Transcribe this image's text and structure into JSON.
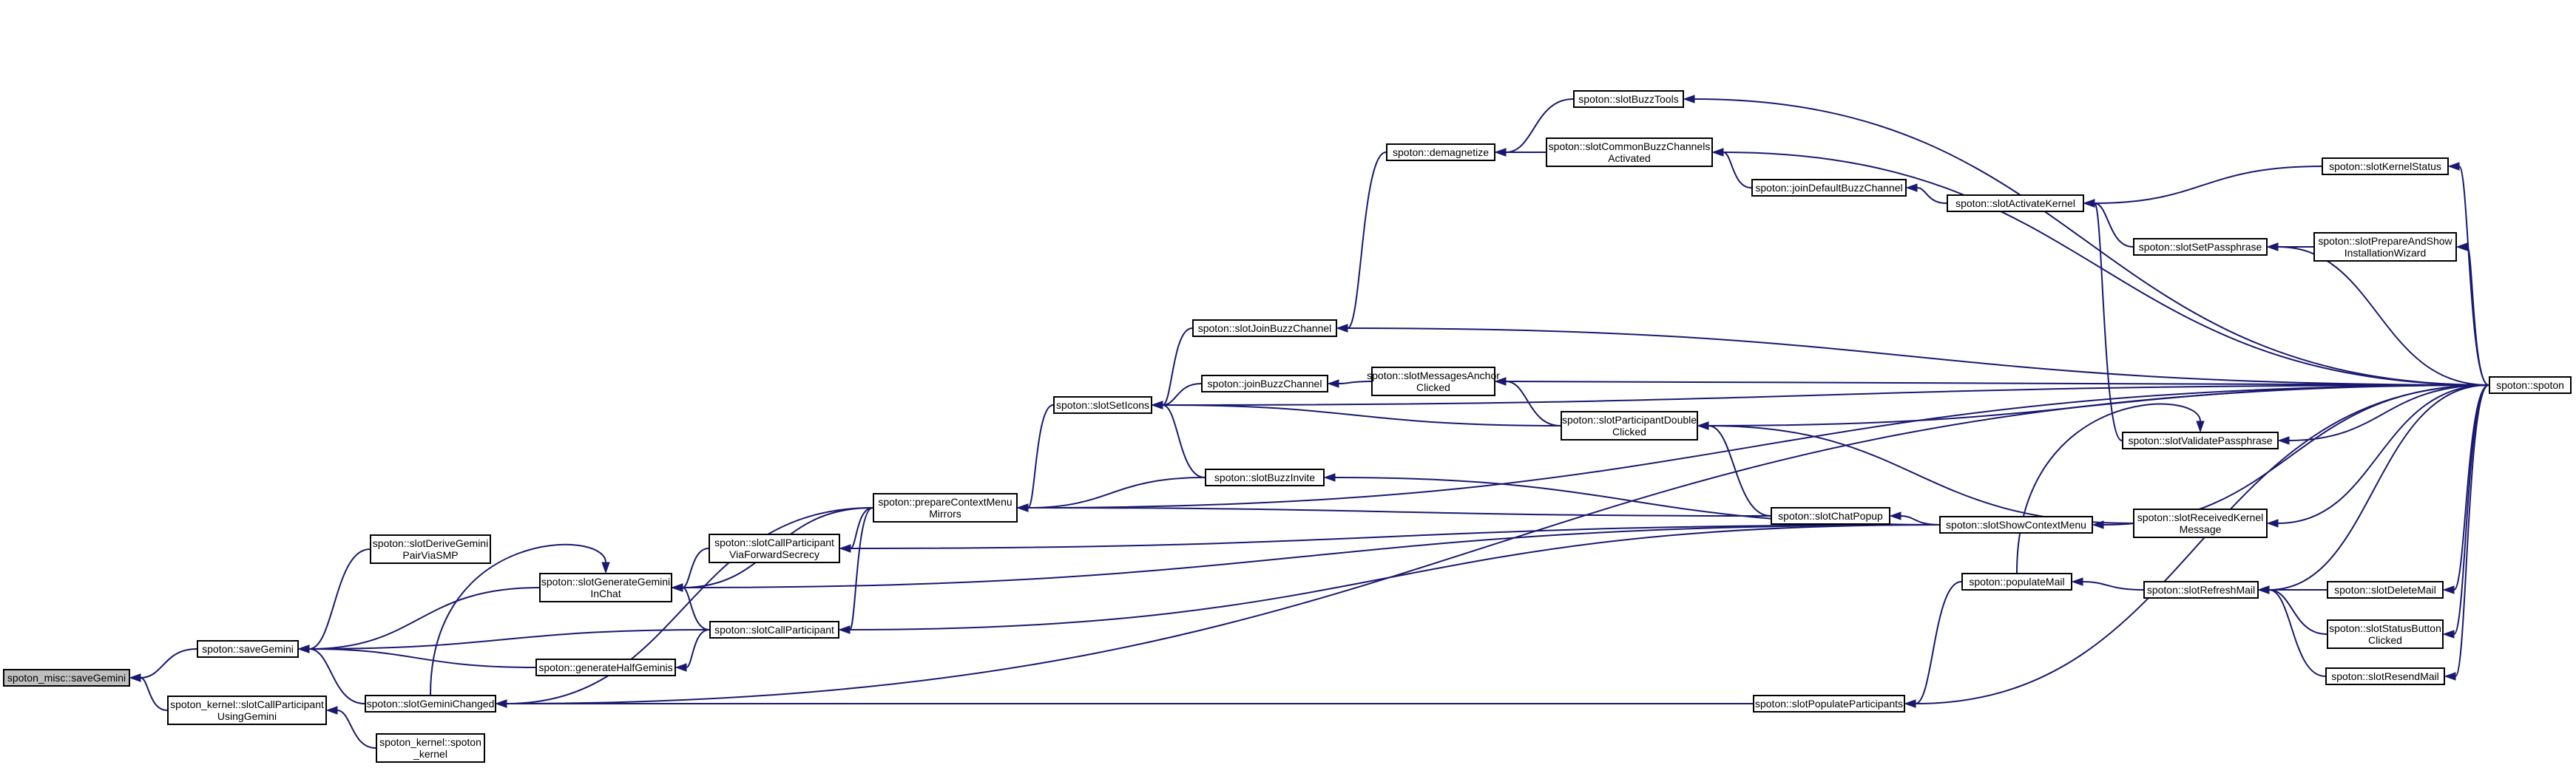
{
  "graph": {
    "edge_color": "#191970",
    "root_fill": "#bfbfbf",
    "nodes": [
      {
        "id": "n_misc_save",
        "label": "spoton_misc::saveGemini"
      },
      {
        "id": "n_save",
        "label": "spoton::saveGemini"
      },
      {
        "id": "n_kernel_callpart",
        "label": "spoton_kernel::slotCallParticipant\nUsingGemini"
      },
      {
        "id": "n_kernel",
        "label": "spoton_kernel::spoton\n_kernel"
      },
      {
        "id": "n_derive",
        "label": "spoton::slotDeriveGemini\nPairViaSMP"
      },
      {
        "id": "n_gen_inchat",
        "label": "spoton::slotGenerateGemini\nInChat"
      },
      {
        "id": "n_gen_half",
        "label": "spoton::generateHalfGeminis"
      },
      {
        "id": "n_gemini_changed",
        "label": "spoton::slotGeminiChanged"
      },
      {
        "id": "n_callpart_fs",
        "label": "spoton::slotCallParticipant\nViaForwardSecrecy"
      },
      {
        "id": "n_callpart",
        "label": "spoton::slotCallParticipant"
      },
      {
        "id": "n_prepare",
        "label": "spoton::prepareContextMenu\nMirrors"
      },
      {
        "id": "n_seticons",
        "label": "spoton::slotSetIcons"
      },
      {
        "id": "n_join_buzz_slot",
        "label": "spoton::slotJoinBuzzChannel"
      },
      {
        "id": "n_join_buzz",
        "label": "spoton::joinBuzzChannel"
      },
      {
        "id": "n_buzz_invite",
        "label": "spoton::slotBuzzInvite"
      },
      {
        "id": "n_demag",
        "label": "spoton::demagnetize"
      },
      {
        "id": "n_buzz_tools",
        "label": "spoton::slotBuzzTools"
      },
      {
        "id": "n_common_buzz",
        "label": "spoton::slotCommonBuzzChannels\nActivated"
      },
      {
        "id": "n_join_default",
        "label": "spoton::joinDefaultBuzzChannel"
      },
      {
        "id": "n_msg_anchor",
        "label": "spoton::slotMessagesAnchor\nClicked"
      },
      {
        "id": "n_part_dbl",
        "label": "spoton::slotParticipantDouble\nClicked"
      },
      {
        "id": "n_chat_popup",
        "label": "spoton::slotChatPopup"
      },
      {
        "id": "n_show_ctx",
        "label": "spoton::slotShowContextMenu"
      },
      {
        "id": "n_pop_mail",
        "label": "spoton::populateMail"
      },
      {
        "id": "n_pop_part",
        "label": "spoton::slotPopulateParticipants"
      },
      {
        "id": "n_activate_kernel",
        "label": "spoton::slotActivateKernel"
      },
      {
        "id": "n_set_pass",
        "label": "spoton::slotSetPassphrase"
      },
      {
        "id": "n_validate_pass",
        "label": "spoton::slotValidatePassphrase"
      },
      {
        "id": "n_recv_kernel",
        "label": "spoton::slotReceivedKernel\nMessage"
      },
      {
        "id": "n_refresh_mail",
        "label": "spoton::slotRefreshMail"
      },
      {
        "id": "n_kernel_status",
        "label": "spoton::slotKernelStatus"
      },
      {
        "id": "n_prepare_wizard",
        "label": "spoton::slotPrepareAndShow\nInstallationWizard"
      },
      {
        "id": "n_delete_mail",
        "label": "spoton::slotDeleteMail"
      },
      {
        "id": "n_status_btn",
        "label": "spoton::slotStatusButton\nClicked"
      },
      {
        "id": "n_resend_mail",
        "label": "spoton::slotResendMail"
      },
      {
        "id": "n_spoton",
        "label": "spoton::spoton"
      }
    ],
    "edges": [
      [
        "n_save",
        "n_misc_save"
      ],
      [
        "n_kernel_callpart",
        "n_misc_save"
      ],
      [
        "n_kernel",
        "n_kernel_callpart"
      ],
      [
        "n_derive",
        "n_save"
      ],
      [
        "n_gen_inchat",
        "n_save"
      ],
      [
        "n_callpart",
        "n_save"
      ],
      [
        "n_gen_half",
        "n_save"
      ],
      [
        "n_gemini_changed",
        "n_save"
      ],
      [
        "n_prepare",
        "n_gen_inchat"
      ],
      [
        "n_callpart_fs",
        "n_gen_inchat"
      ],
      [
        "n_callpart",
        "n_gen_inchat"
      ],
      [
        "n_show_ctx",
        "n_gen_inchat"
      ],
      [
        "n_gemini_changed",
        "n_gen_inchat"
      ],
      [
        "n_callpart",
        "n_gen_half"
      ],
      [
        "n_prepare",
        "n_gemini_changed"
      ],
      [
        "n_pop_part",
        "n_gemini_changed"
      ],
      [
        "n_spoton",
        "n_gemini_changed"
      ],
      [
        "n_prepare",
        "n_callpart_fs"
      ],
      [
        "n_show_ctx",
        "n_callpart_fs"
      ],
      [
        "n_prepare",
        "n_callpart"
      ],
      [
        "n_show_ctx",
        "n_callpart"
      ],
      [
        "n_seticons",
        "n_prepare"
      ],
      [
        "n_buzz_invite",
        "n_prepare"
      ],
      [
        "n_chat_popup",
        "n_prepare"
      ],
      [
        "n_spoton",
        "n_prepare"
      ],
      [
        "n_join_buzz_slot",
        "n_seticons"
      ],
      [
        "n_join_buzz",
        "n_seticons"
      ],
      [
        "n_buzz_invite",
        "n_seticons"
      ],
      [
        "n_part_dbl",
        "n_seticons"
      ],
      [
        "n_spoton",
        "n_seticons"
      ],
      [
        "n_demag",
        "n_join_buzz_slot"
      ],
      [
        "n_spoton",
        "n_join_buzz_slot"
      ],
      [
        "n_msg_anchor",
        "n_join_buzz"
      ],
      [
        "n_show_ctx",
        "n_buzz_invite"
      ],
      [
        "n_buzz_tools",
        "n_demag"
      ],
      [
        "n_common_buzz",
        "n_demag"
      ],
      [
        "n_spoton",
        "n_buzz_tools"
      ],
      [
        "n_join_default",
        "n_common_buzz"
      ],
      [
        "n_spoton",
        "n_common_buzz"
      ],
      [
        "n_activate_kernel",
        "n_join_default"
      ],
      [
        "n_part_dbl",
        "n_msg_anchor"
      ],
      [
        "n_spoton",
        "n_msg_anchor"
      ],
      [
        "n_chat_popup",
        "n_part_dbl"
      ],
      [
        "n_recv_kernel",
        "n_part_dbl"
      ],
      [
        "n_spoton",
        "n_part_dbl"
      ],
      [
        "n_show_ctx",
        "n_chat_popup"
      ],
      [
        "n_spoton",
        "n_show_ctx"
      ],
      [
        "n_pop_mail",
        "n_validate_pass"
      ],
      [
        "n_refresh_mail",
        "n_pop_mail"
      ],
      [
        "n_pop_mail",
        "n_pop_part"
      ],
      [
        "n_spoton",
        "n_pop_part"
      ],
      [
        "n_kernel_status",
        "n_activate_kernel"
      ],
      [
        "n_set_pass",
        "n_activate_kernel"
      ],
      [
        "n_validate_pass",
        "n_activate_kernel"
      ],
      [
        "n_spoton",
        "n_kernel_status"
      ],
      [
        "n_prepare_wizard",
        "n_set_pass"
      ],
      [
        "n_spoton",
        "n_set_pass"
      ],
      [
        "n_spoton",
        "n_validate_pass"
      ],
      [
        "n_spoton",
        "n_recv_kernel"
      ],
      [
        "n_delete_mail",
        "n_refresh_mail"
      ],
      [
        "n_status_btn",
        "n_refresh_mail"
      ],
      [
        "n_resend_mail",
        "n_refresh_mail"
      ],
      [
        "n_spoton",
        "n_refresh_mail"
      ],
      [
        "n_spoton",
        "n_prepare_wizard"
      ],
      [
        "n_spoton",
        "n_delete_mail"
      ],
      [
        "n_spoton",
        "n_status_btn"
      ],
      [
        "n_spoton",
        "n_resend_mail"
      ]
    ]
  }
}
